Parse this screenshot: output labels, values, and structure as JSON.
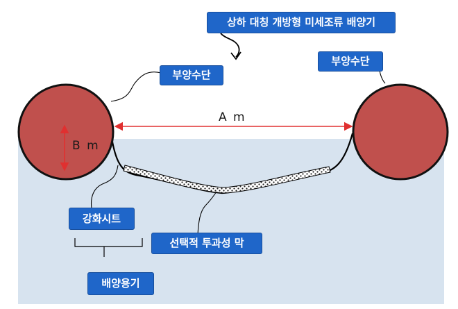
{
  "labels": {
    "title": "상하 대칭 개방형 미세조류 배양기",
    "float_left": "부양수단",
    "float_right": "부양수단",
    "reinforced_sheet": "강화시트",
    "membrane": "선택적 투과성 막",
    "culture_vessel": "배양용기"
  },
  "dimensions": {
    "width_label": "A m",
    "diameter_label": "B m"
  },
  "colors": {
    "float_fill": "#c0504d",
    "label_bg": "#1f66c9",
    "water": "#d7e3ef",
    "dimension_arrow": "#e03030"
  }
}
